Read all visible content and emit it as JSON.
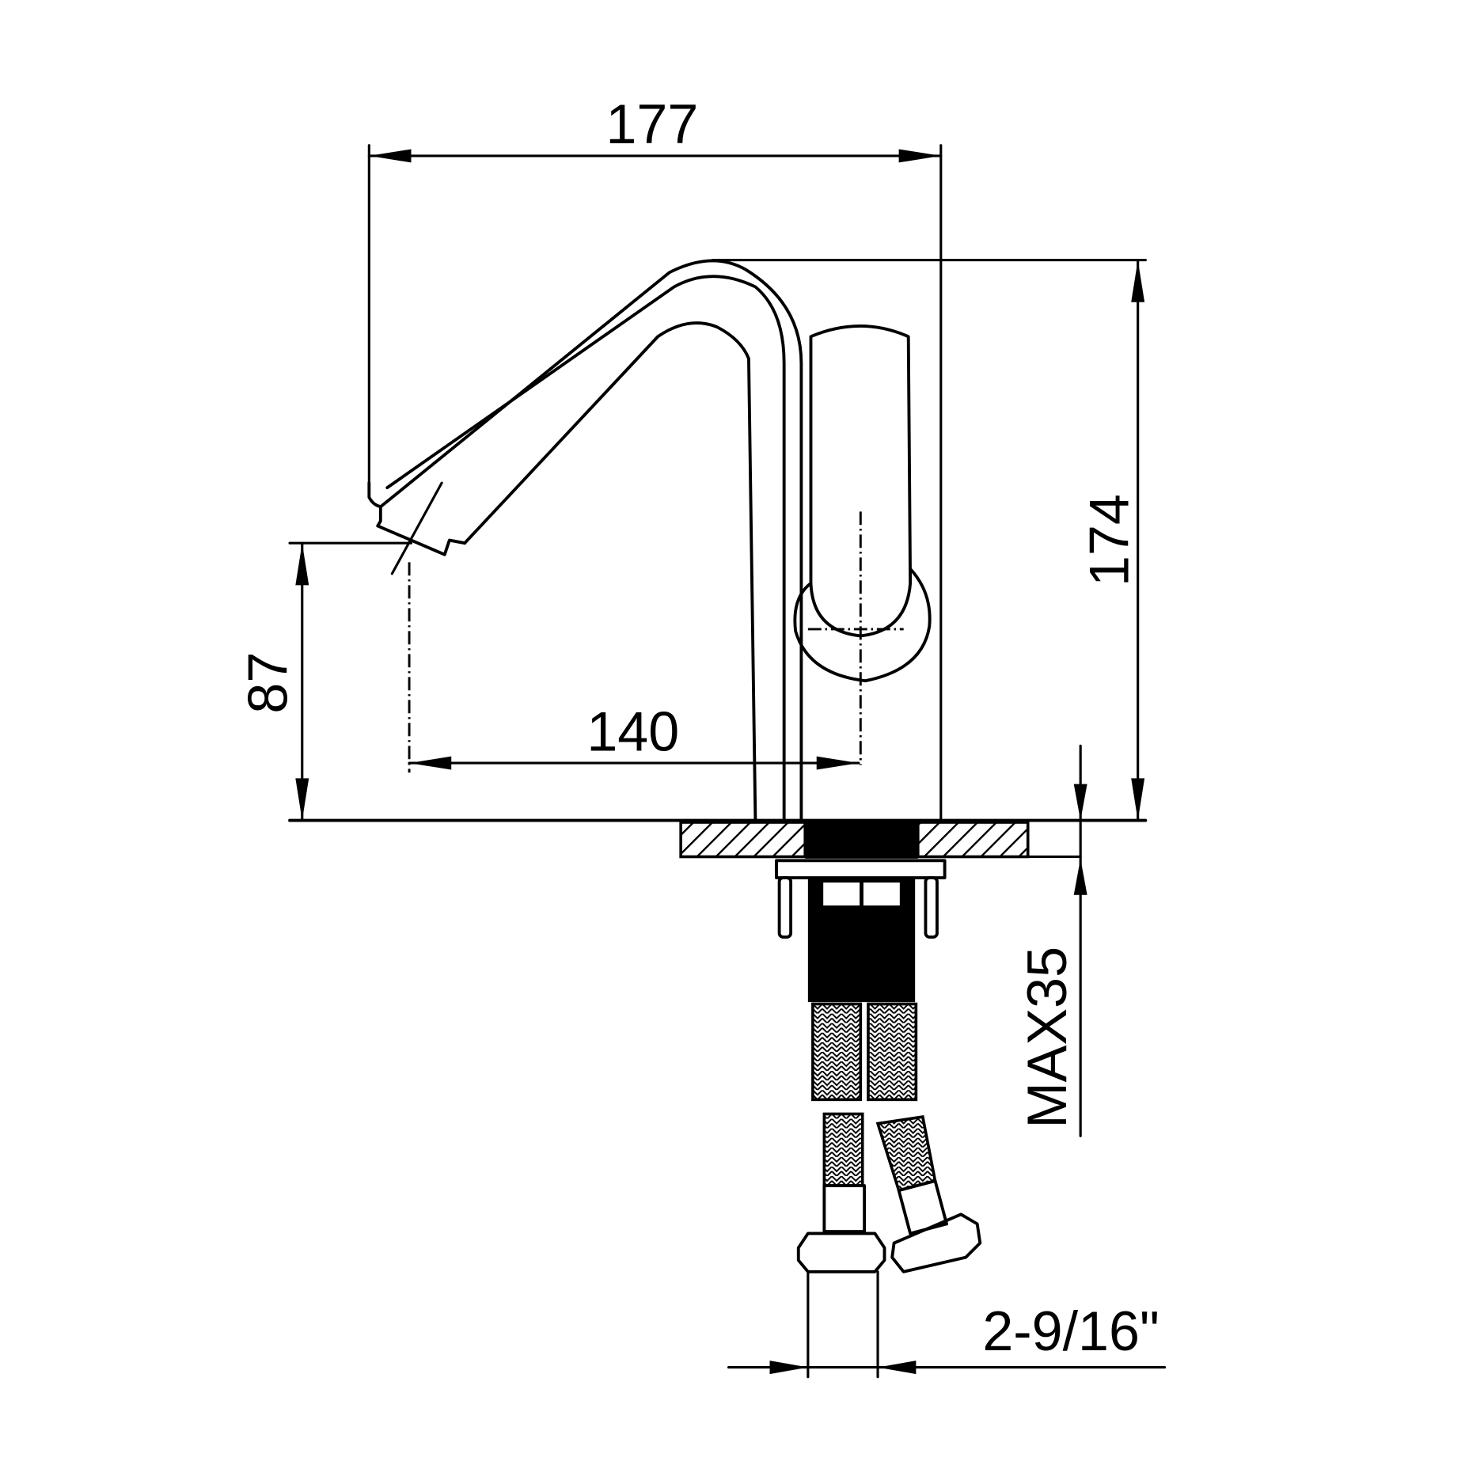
{
  "drawing": {
    "subject": "single-lever basin faucet, side elevation",
    "line_color": "#000000",
    "background": "#ffffff"
  },
  "dimensions": {
    "overall_width": "177",
    "overall_height": "174",
    "spout_height": "87",
    "spout_reach": "140",
    "max_deck_thickness": "MAX35",
    "hose_connection": "2-9/16\""
  }
}
